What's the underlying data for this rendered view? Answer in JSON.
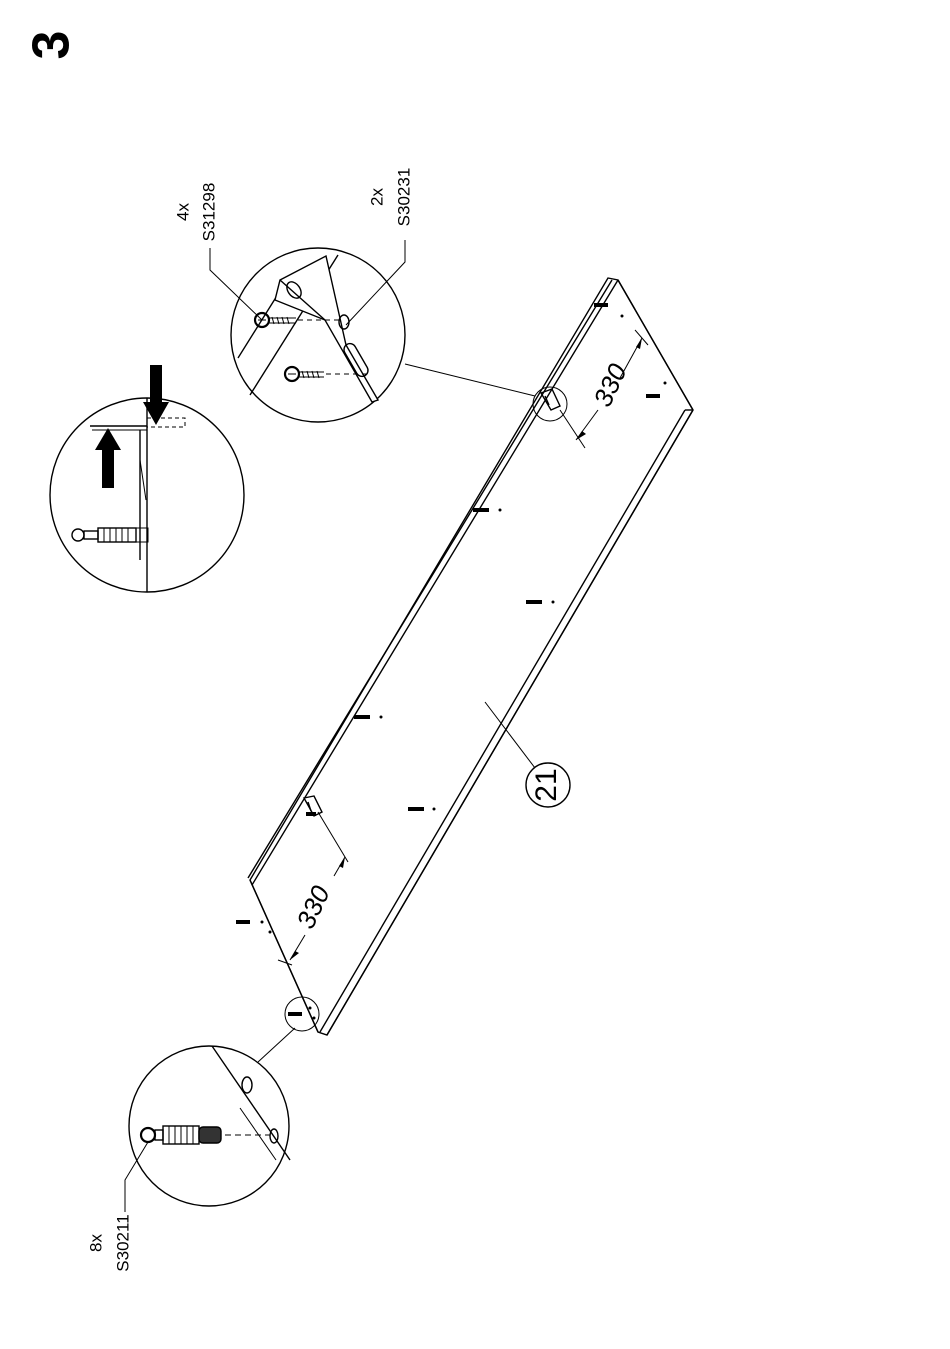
{
  "step": {
    "number": "3"
  },
  "parts": {
    "dowel": {
      "count": "8x",
      "code": "S30211"
    },
    "screw": {
      "count": "4x",
      "code": "S31298"
    },
    "bracket": {
      "count": "2x",
      "code": "S30231"
    }
  },
  "panel": {
    "number": "21"
  },
  "dimensions": {
    "top_spacing": "330",
    "bottom_spacing": "330"
  }
}
